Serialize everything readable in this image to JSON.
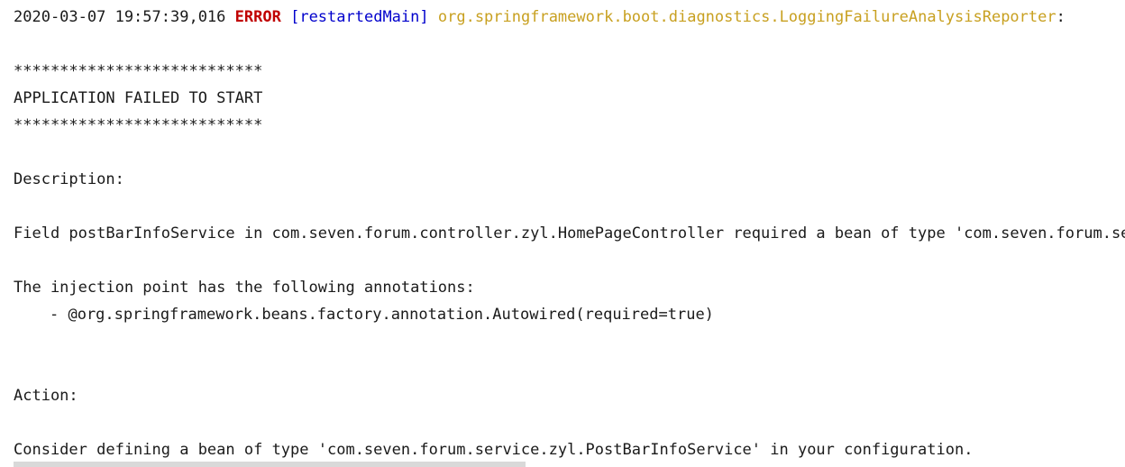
{
  "log": {
    "timestamp": "2020-03-07 19:57:39,016",
    "level": "ERROR",
    "thread": "[restartedMain]",
    "logger": "org.springframework.boot.diagnostics.LoggingFailureAnalysisReporter",
    "logger_suffix": ":",
    "stars": "***************************",
    "failed_message": "APPLICATION FAILED TO START",
    "description_label": "Description:",
    "description_text": "Field postBarInfoService in com.seven.forum.controller.zyl.HomePageController required a bean of type 'com.seven.forum.service.zyl.PostBarInfoService' that could not be found.",
    "injection_header": "The injection point has the following annotations:",
    "annotation": "- @org.springframework.beans.factory.annotation.Autowired(required=true)",
    "action_label": "Action:",
    "action_text": "Consider defining a bean of type 'com.seven.forum.service.zyl.PostBarInfoService' in your configuration."
  },
  "colors": {
    "error": "#c00000",
    "thread": "#0000cc",
    "logger": "#c8a020"
  }
}
